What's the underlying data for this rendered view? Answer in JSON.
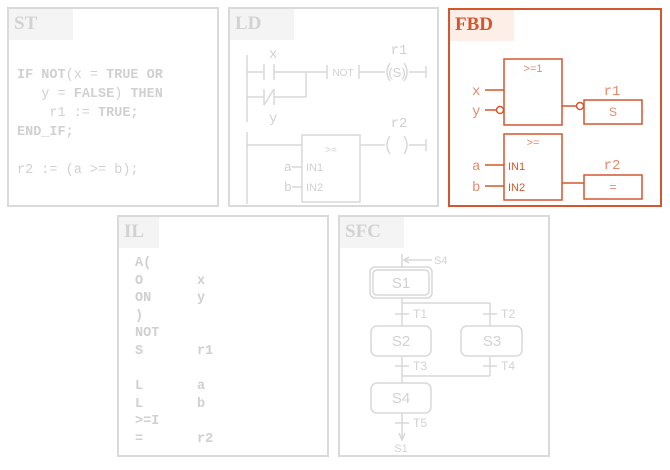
{
  "panels": {
    "st": {
      "title": "ST"
    },
    "ld": {
      "title": "LD"
    },
    "fbd": {
      "title": "FBD"
    },
    "il": {
      "title": "IL"
    },
    "sfc": {
      "title": "SFC"
    }
  },
  "st_code": {
    "l1": [
      {
        "t": "IF NOT",
        "b": true
      },
      {
        "t": "(x = ",
        "b": false
      },
      {
        "t": "TRUE OR",
        "b": true
      }
    ],
    "l2": [
      {
        "t": "   y = ",
        "b": false
      },
      {
        "t": "FALSE",
        "b": true
      },
      {
        "t": ") ",
        "b": false
      },
      {
        "t": "THEN",
        "b": true
      }
    ],
    "l3": [
      {
        "t": "    r1 := ",
        "b": false
      },
      {
        "t": "TRUE;",
        "b": true
      }
    ],
    "l4": [
      {
        "t": "END_IF;",
        "b": true
      }
    ],
    "l5": [
      {
        "t": " ",
        "b": false
      }
    ],
    "l6": [
      {
        "t": "r2 := (a >= b);",
        "b": false
      }
    ]
  },
  "ld": {
    "x": "x",
    "y": "y",
    "not": "NOT",
    "coil_set": "(S)",
    "r1": "r1",
    "r2": "r2",
    "coil": "( )",
    "block": ">=",
    "a": "a",
    "b": "b",
    "in1": "IN1",
    "in2": "IN2"
  },
  "fbd": {
    "or_block": ">=1",
    "x": "x",
    "y": "y",
    "r1": "r1",
    "set": "S",
    "ge_block": ">=",
    "a": "a",
    "b": "b",
    "in1": "IN1",
    "in2": "IN2",
    "r2": "r2",
    "assign": "="
  },
  "il": {
    "rows": [
      {
        "op": "A(",
        "arg": ""
      },
      {
        "op": "O",
        "arg": "x"
      },
      {
        "op": "ON",
        "arg": "y"
      },
      {
        "op": ")",
        "arg": ""
      },
      {
        "op": "NOT",
        "arg": ""
      },
      {
        "op": "S",
        "arg": "r1"
      },
      {
        "op": "",
        "arg": ""
      },
      {
        "op": "L",
        "arg": "a"
      },
      {
        "op": "L",
        "arg": "b"
      },
      {
        "op": ">=I",
        "arg": ""
      },
      {
        "op": "=",
        "arg": "r2"
      }
    ]
  },
  "sfc": {
    "jump_in": "S4",
    "s1": "S1",
    "s2": "S2",
    "s3": "S3",
    "s4": "S4",
    "t1": "T1",
    "t2": "T2",
    "t3": "T3",
    "t4": "T4",
    "t5": "T5",
    "jump_out": "S1"
  },
  "colors": {
    "inactive": "#d8d8d8",
    "accent": "#d4562e",
    "accent_text": "#e8896b"
  }
}
